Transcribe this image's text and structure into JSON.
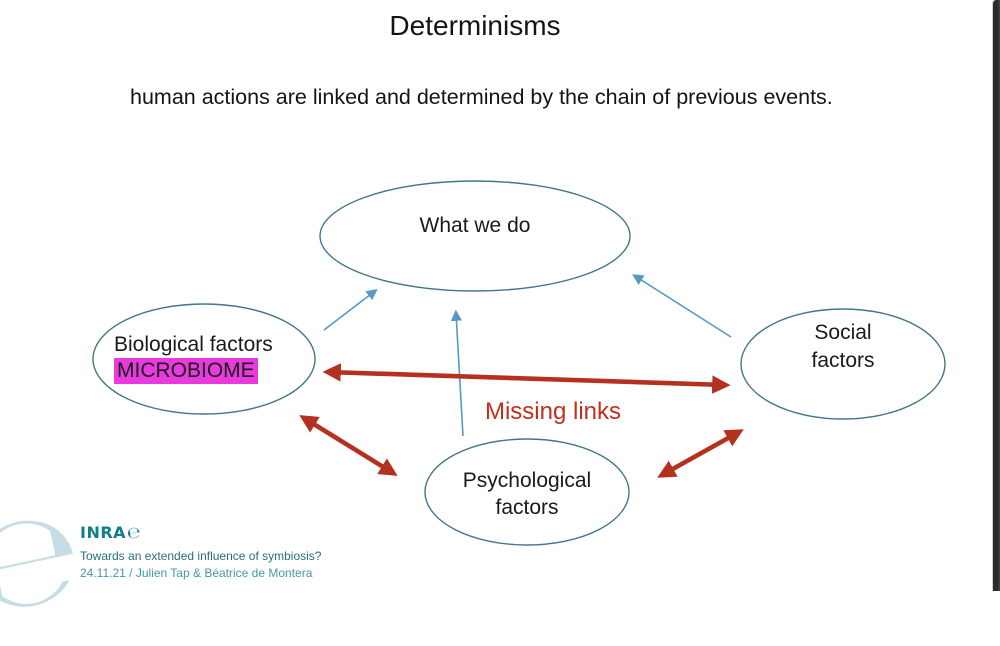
{
  "slide": {
    "title": "Determinisms",
    "subtitle": "human actions are linked and determined by the chain of previous events."
  },
  "diagram": {
    "what_we_do": {
      "label": "What we do"
    },
    "biological": {
      "label": "Biological factors",
      "highlight": "MICROBIOME"
    },
    "social": {
      "line1": "Social",
      "line2": "factors"
    },
    "psychological": {
      "line1": "Psychological",
      "line2": "factors"
    },
    "missing_links": "Missing links"
  },
  "footer": {
    "logo_prefix": "INRA",
    "logo_glyph": "℮",
    "watermark_glyph": "℮",
    "project": "Towards an extended influence of symbiosis?",
    "credits": "24.11.21 / Julien Tap & Béatrice de Montera"
  },
  "colors": {
    "ellipse_stroke": "#41768a",
    "blue_arrow": "#569ac2",
    "red_arrow": "#b5311f",
    "missing_links_red": "#c22e1c",
    "highlight_magenta": "#e83add",
    "inrae_teal": "#0d7e8a",
    "footer_project_teal": "#266f7e",
    "footer_credits_teal": "#4697a9",
    "watermark_blue": "#c6dde6",
    "edge_strip_dark": "#2b2b2b"
  }
}
